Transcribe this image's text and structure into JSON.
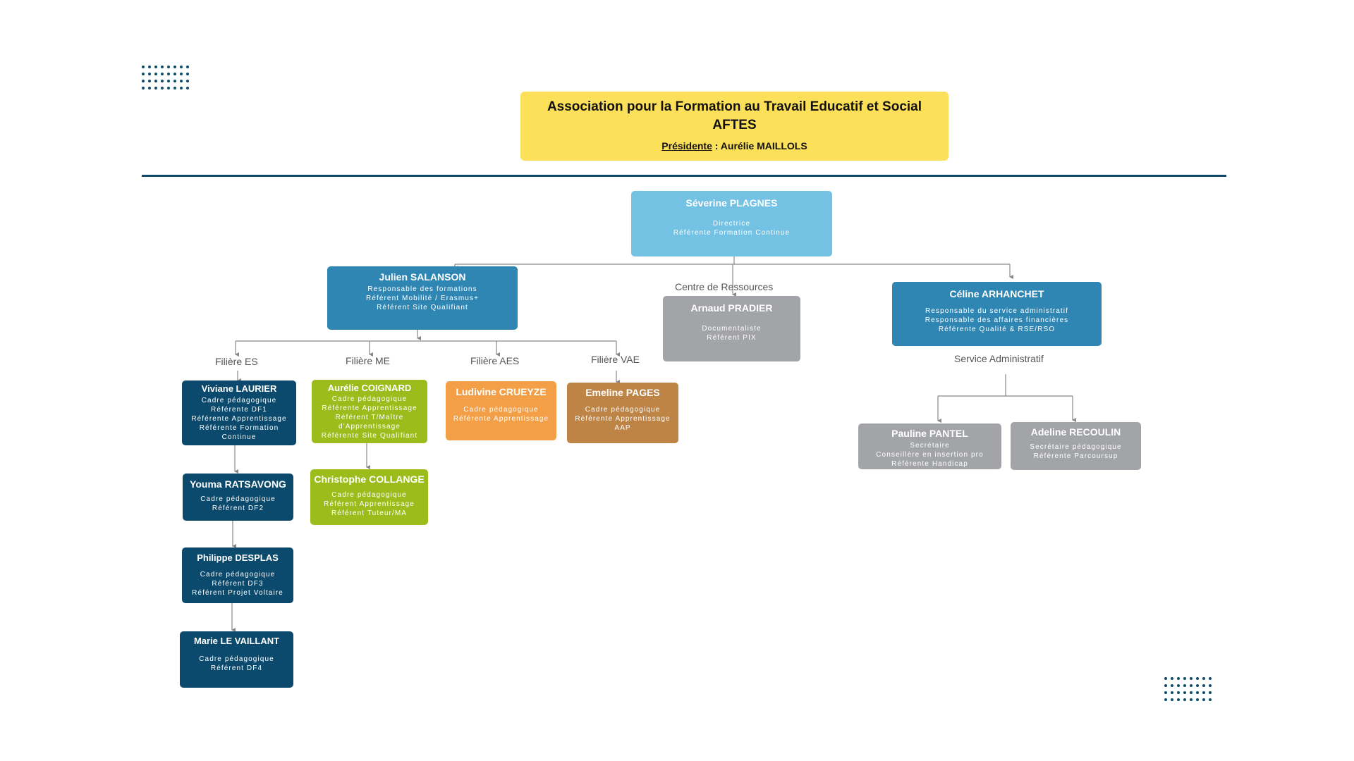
{
  "header": {
    "line1": "Association pour la Formation au Travail Educatif et Social",
    "line2": "AFTES",
    "president_label": "Présidente",
    "president_sep": " : ",
    "president_name": "Aurélie MAILLOLS"
  },
  "labels": {
    "centre": "Centre de Ressources",
    "filiere_es": "Filière ES",
    "filiere_me": "Filière ME",
    "filiere_aes": "Filière AES",
    "filiere_vae": "Filière VAE",
    "service_admin": "Service Administratif"
  },
  "nodes": {
    "plagnes": {
      "name": "Séverine PLAGNES",
      "roles": [
        "Directrice",
        "Référente Formation Continue"
      ]
    },
    "salanson": {
      "name": "Julien SALANSON",
      "roles": [
        "Responsable des formations",
        "Référent Mobilité / Erasmus+",
        "Référent Site Qualifiant"
      ]
    },
    "pradier": {
      "name": "Arnaud PRADIER",
      "roles": [
        "Documentaliste",
        "Référent PIX"
      ]
    },
    "arhanchet": {
      "name": "Céline ARHANCHET",
      "roles": [
        "Responsable du service administratif",
        "Responsable des affaires financières",
        "Référente Qualité & RSE/RSO"
      ]
    },
    "laurier": {
      "name": "Viviane LAURIER",
      "roles": [
        "Cadre pédagogique",
        "Référente DF1",
        "Référente Apprentissage",
        "Référente Formation",
        "Continue"
      ]
    },
    "ratsavong": {
      "name": "Youma RATSAVONG",
      "roles": [
        "Cadre pédagogique",
        "Référent DF2"
      ]
    },
    "desplas": {
      "name": "Philippe DESPLAS",
      "roles": [
        "Cadre pédagogique",
        "Référent DF3",
        "Référent Projet Voltaire"
      ]
    },
    "levaillant": {
      "name": "Marie LE VAILLANT",
      "roles": [
        "Cadre pédagogique",
        "Référent DF4"
      ]
    },
    "coignard": {
      "name": "Aurélie COIGNARD",
      "roles": [
        "Cadre pédagogique",
        "Référente Apprentissage",
        "Référent T/Maître",
        "d'Apprentissage",
        "Référente Site Qualifiant"
      ]
    },
    "collange": {
      "name": "Christophe COLLANGE",
      "roles": [
        "Cadre pédagogique",
        "Référent Apprentissage",
        "Référent Tuteur/MA"
      ]
    },
    "crueyze": {
      "name": "Ludivine CRUEYZE",
      "roles": [
        "Cadre pédagogique",
        "Référente Apprentissage"
      ]
    },
    "pages": {
      "name": "Emeline PAGES",
      "roles": [
        "Cadre pédagogique",
        "Référente Apprentissage",
        "AAP"
      ]
    },
    "pantel": {
      "name": "Pauline PANTEL",
      "roles": [
        "Secrétaire",
        "Conseillère en insertion pro",
        "Référente Handicap"
      ]
    },
    "recoulin": {
      "name": "Adeline RECOULIN",
      "roles": [
        "Secrétaire pédagogique",
        "Référente Parcoursup"
      ]
    }
  },
  "colors": {
    "title_bg": "#fde05a",
    "rule": "#0d4a6b",
    "director": "#73c2e3",
    "manager": "#2f86b3",
    "es_staff": "#0b4a6c",
    "me_staff": "#9cbc1c",
    "aes_staff": "#f29f47",
    "vae_staff": "#bd8445",
    "support_staff": "#a3a4a7",
    "connector": "#888888"
  }
}
